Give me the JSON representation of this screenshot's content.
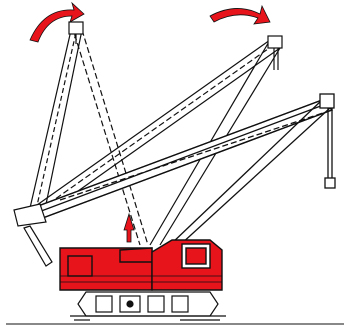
{
  "colors": {
    "body_red": "#e8141c",
    "arrow_red": "#e8141c",
    "outline": "#111111",
    "boom_fill": "#ffffff",
    "ground": "#888888"
  },
  "boom_positions": [
    {
      "id": "boom-position-high-left",
      "style": "dashed"
    },
    {
      "id": "boom-position-high-right",
      "style": "dashed"
    },
    {
      "id": "boom-position-working",
      "style": "solid"
    }
  ],
  "motion_arrows": [
    {
      "id": "arrow-left-top",
      "direction": "clockwise"
    },
    {
      "id": "arrow-right-top",
      "direction": "clockwise"
    },
    {
      "id": "arrow-up-center",
      "direction": "up"
    }
  ]
}
